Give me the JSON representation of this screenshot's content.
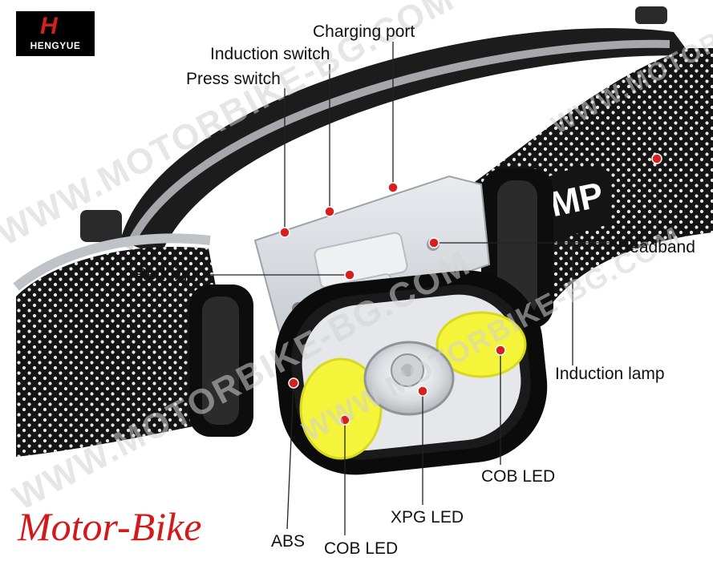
{
  "brand": {
    "logo_mark": "H",
    "logo_text": "HENGYUE"
  },
  "signature": "Motor-Bike",
  "watermark": "WWW.MOTORBIKE-BG.COM",
  "strap_text": "MP",
  "labels": {
    "charging_port": "Charging port",
    "induction_switch": "Induction switch",
    "press_switch": "Press switch",
    "red_light": "Red light",
    "headband": "Headband",
    "induction_lamp": "Induction lamp",
    "cob_led_right": "COB LED",
    "xpg_led": "XPG LED",
    "abs": "ABS",
    "cob_led_left": "COB LED"
  },
  "colors": {
    "callout": "#d81e1e",
    "signature": "#d31a1a",
    "strap": "#141414",
    "dots": "#ffffff",
    "led": "#f4f43a"
  }
}
